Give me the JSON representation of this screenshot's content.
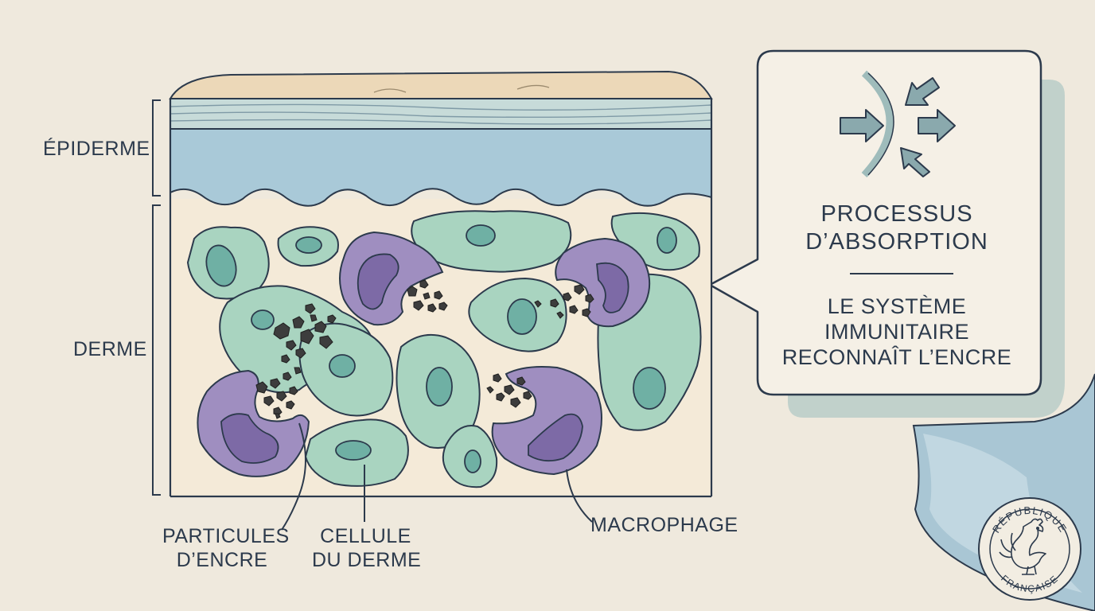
{
  "labels": {
    "epiderme": "ÉPIDERME",
    "derme": "DERME",
    "particules": [
      "PARTICULES",
      "D’ENCRE"
    ],
    "cellule": [
      "CELLULE",
      "DU DERME"
    ],
    "macrophage": "MACROPHAGE"
  },
  "panel": {
    "title": [
      "PROCESSUS",
      "D’ABSORPTION"
    ],
    "subtitle": [
      "LE SYSTÈME",
      "IMMUNITAIRE",
      "RECONNAÎT L’ENCRE"
    ]
  },
  "seal": {
    "top_text": "RÉPUBLIQUE",
    "bottom_text": "FRANÇAISE",
    "icon": "rooster-icon"
  },
  "colors": {
    "background": "#efe9dd",
    "ink": "#2c3a4c",
    "epidermis_top": "#ecd8b8",
    "epidermis_layers": "#c7dbd9",
    "epidermis_blue": "#a9c9d8",
    "dermis": "#f4ead8",
    "dermal_cell": "#a9d4c0",
    "nucleus": "#6fb0a4",
    "macrophage": "#9f8ec0",
    "macrophage_nucleus": "#7d6aa6",
    "ink_particles": "#3d3d3d",
    "panel_shadow": "#b8ccc8",
    "page_curl": "#a9c6d4"
  }
}
